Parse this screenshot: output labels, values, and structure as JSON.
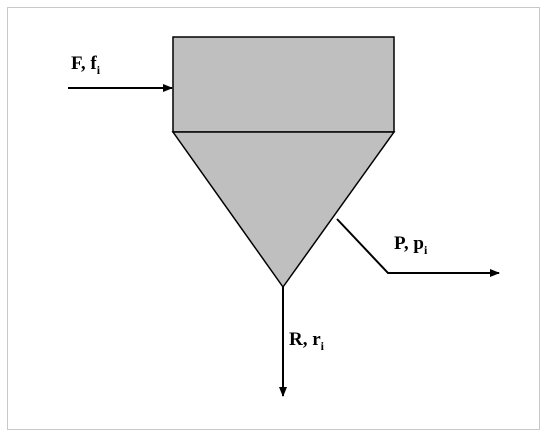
{
  "colors": {
    "background": "#ffffff",
    "frame": "#c8c8c8",
    "vessel_fill": "#bfbfbf",
    "line": "#000000"
  },
  "streams": {
    "feed": {
      "main": "F, f",
      "sub": "i"
    },
    "product": {
      "main": "P, p",
      "sub": "i"
    },
    "residue": {
      "main": "R, r",
      "sub": "i"
    }
  }
}
